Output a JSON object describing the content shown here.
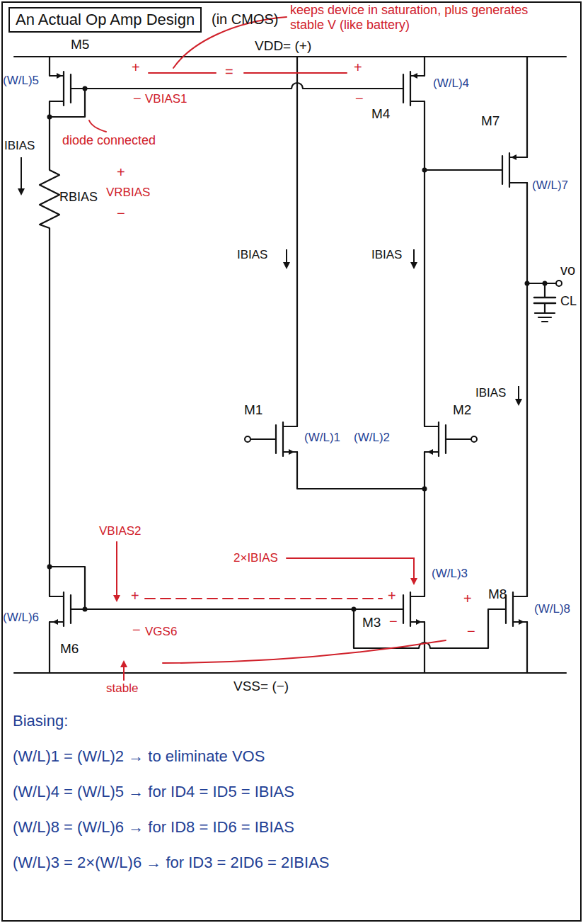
{
  "diagram": {
    "title": "An Actual Op Amp Design",
    "labels": [
      "(in CMOS)",
      "keeps device in saturation, plus generates stable V (like battery)",
      "VDD= (+)",
      "M5",
      "(W/L)5",
      "+",
      "−",
      "=",
      "+",
      "−",
      "VBIAS1",
      "diode connected",
      "(W/L)4",
      "M4",
      "M7",
      "(W/L)7",
      "IBIAS",
      "RBIAS",
      "+",
      "VRBIAS",
      "−",
      "IBIAS",
      "IBIAS",
      "M1",
      "(W/L)1",
      "(W/L)2",
      "M2",
      "vo",
      "CL",
      "IBIAS",
      "VBIAS2",
      "2×IBIAS",
      "(W/L)3",
      "(W/L)6",
      "+",
      "VGS6",
      "−",
      "M6",
      "+",
      "M3",
      "−",
      "M8",
      "+",
      "−",
      "(W/L)8",
      "stable",
      "VSS= (−)",
      "Biasing:",
      "(W/L)1 = (W/L)2 → to eliminate VOS",
      "(W/L)4 = (W/L)5 → for ID4 = ID5 = IBIAS",
      "(W/L)8 = (W/L)6 → for ID8 = ID6 = IBIAS",
      "(W/L)3 = 2×(W/L)6 → for ID3 = 2ID6 = 2IBIAS"
    ]
  }
}
